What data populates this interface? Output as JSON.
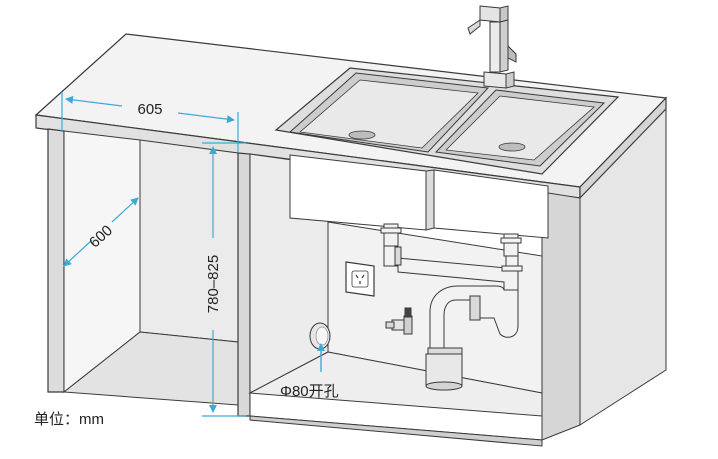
{
  "labels": {
    "width_dim": "605",
    "depth_dim": "600",
    "height_dim": "780–825",
    "hole_note": "Φ80开孔",
    "unit_note": "单位：mm"
  },
  "colors": {
    "dimension_line": "#3fa9d6",
    "outline": "#3a3a3a",
    "panel_light": "#f4f4f4",
    "panel_mid": "#e8e8e8",
    "panel_dark": "#d2d2d2"
  },
  "icons": {
    "outlet": "wall-socket-icon",
    "valve": "angle-valve-icon",
    "faucet": "faucet-icon"
  }
}
